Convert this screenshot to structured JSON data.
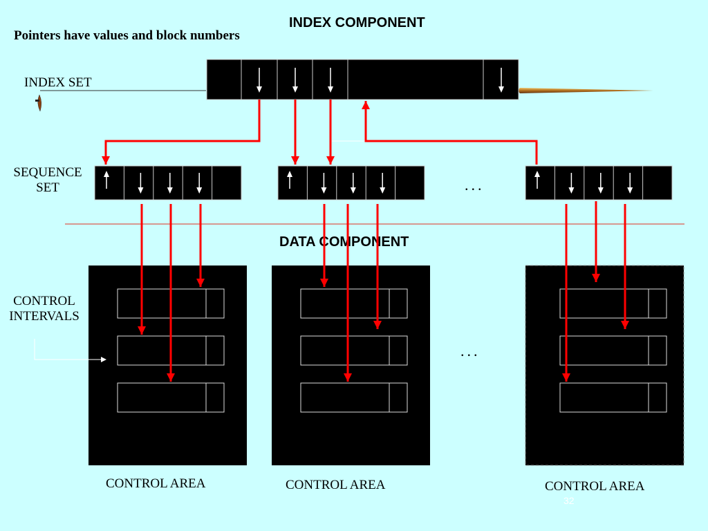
{
  "title": "INDEX COMPONENT",
  "subtitle_note": "Pointers have values and block numbers",
  "index_set_label": "INDEX SET",
  "sequence_set_label_line1": "SEQUENCE",
  "sequence_set_label_line2": "SET",
  "data_component_title": "DATA COMPONENT",
  "control_intervals_label_line1": "CONTROL",
  "control_intervals_label_line2": "INTERVALS",
  "ellipsis": "...",
  "control_areas": [
    {
      "label": "CONTROL AREA"
    },
    {
      "label": "CONTROL AREA"
    },
    {
      "label": "CONTROL AREA"
    }
  ],
  "slide_number": "32",
  "colors": {
    "background": "#ccffff",
    "block": "#000000",
    "pointer": "#ff0000",
    "divider": "#e03020"
  }
}
